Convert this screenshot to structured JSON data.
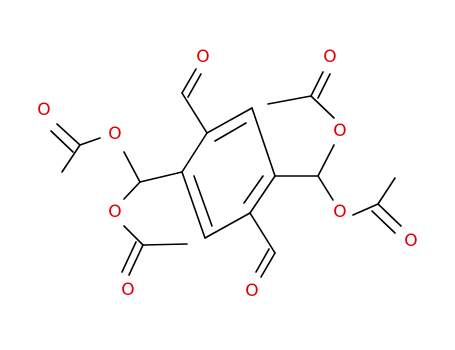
{
  "molecule": {
    "atoms": {
      "o_cho_top": "O",
      "o_cho_bottom": "O",
      "o_left_ester_upper": "O",
      "o_left_carbonyl_upper": "O",
      "o_left_ester_lower": "O",
      "o_left_carbonyl_lower": "O",
      "o_right_ester_upper": "O",
      "o_right_carbonyl_upper": "O",
      "o_right_ester_lower": "O",
      "o_right_carbonyl_lower": "O"
    },
    "colors": {
      "bond": "#000000",
      "heteroatom_oxygen": "#e00000",
      "background": "#ffffff"
    }
  }
}
